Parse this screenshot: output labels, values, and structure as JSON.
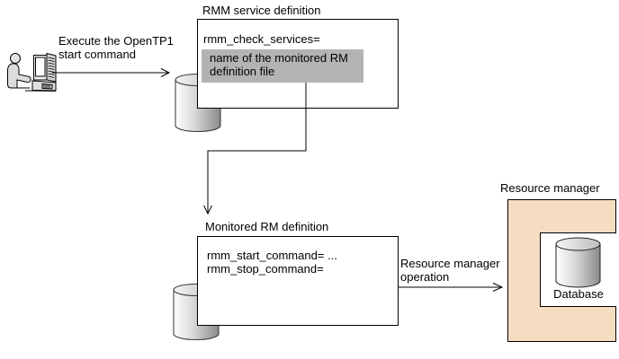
{
  "diagram": {
    "actor": {
      "icon": "user-at-computer-icon",
      "command_label": {
        "line1": "Execute the OpenTP1",
        "line2": "start command"
      }
    },
    "rmm_service_definition": {
      "title": "RMM service definition",
      "parameter": "rmm_check_services=",
      "highlight": {
        "line1": "name of the monitored RM",
        "line2": "definition file"
      }
    },
    "monitored_rm_definition": {
      "title": "Monitored RM definition",
      "entries": {
        "line1": "rmm_start_command= ...",
        "line2": "rmm_stop_command="
      }
    },
    "operation_arrow": {
      "label": {
        "line1": "Resource manager",
        "line2": "operation"
      }
    },
    "resource_manager": {
      "title": "Resource manager",
      "database_label": "Database"
    },
    "colors": {
      "highlight_gray": "#b3b3b3",
      "resource_manager_fill": "#f5ddc1",
      "line": "#000000",
      "background": "#ffffff"
    }
  }
}
